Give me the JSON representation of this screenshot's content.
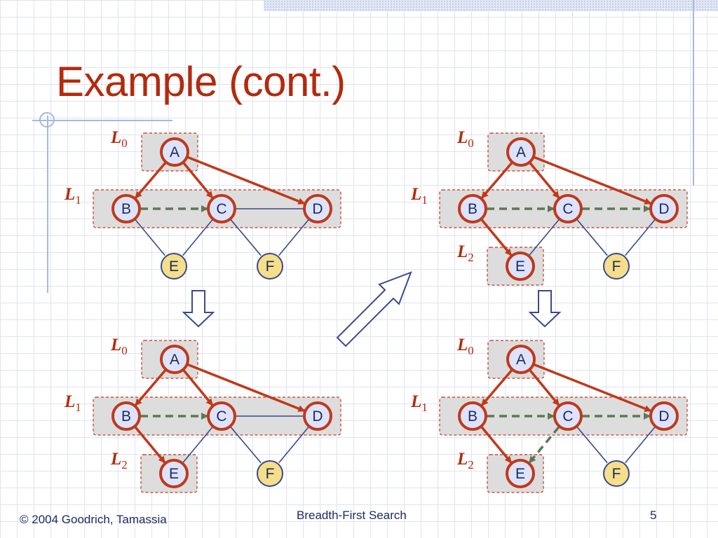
{
  "slide": {
    "title": "Example (cont.)",
    "footer_left": "© 2004 Goodrich, Tamassia",
    "footer_center": "Breadth-First Search",
    "page_number": "5"
  },
  "colors": {
    "title": "#b32a0e",
    "discovery_edge": "#c0391b",
    "cross_edge": "#5b7a55",
    "unexplored_edge": "#3b4a8c",
    "visited_node_fill": "#dde3fb",
    "unvisited_node_fill": "#f6df8a",
    "level_box": "#dddddd"
  },
  "icons": {
    "arrow_down": "hollow-arrow-down-icon",
    "arrow_up_right": "hollow-arrow-up-right-icon"
  },
  "panels": [
    {
      "name": "top-left",
      "levels": [
        {
          "label": "L",
          "sub": "0",
          "nodes": [
            "A"
          ]
        },
        {
          "label": "L",
          "sub": "1",
          "nodes": [
            "B",
            "C",
            "D"
          ]
        }
      ],
      "nodes": [
        {
          "id": "A",
          "visited": true
        },
        {
          "id": "B",
          "visited": true
        },
        {
          "id": "C",
          "visited": true
        },
        {
          "id": "D",
          "visited": true
        },
        {
          "id": "E",
          "visited": false
        },
        {
          "id": "F",
          "visited": false
        }
      ],
      "edges": [
        {
          "from": "A",
          "to": "B",
          "kind": "discovery"
        },
        {
          "from": "A",
          "to": "C",
          "kind": "discovery"
        },
        {
          "from": "A",
          "to": "D",
          "kind": "discovery"
        },
        {
          "from": "B",
          "to": "C",
          "kind": "cross"
        },
        {
          "from": "C",
          "to": "D",
          "kind": "unexplored"
        },
        {
          "from": "B",
          "to": "E",
          "kind": "unexplored"
        },
        {
          "from": "C",
          "to": "E",
          "kind": "unexplored"
        },
        {
          "from": "C",
          "to": "F",
          "kind": "unexplored"
        },
        {
          "from": "D",
          "to": "F",
          "kind": "unexplored"
        }
      ]
    },
    {
      "name": "bottom-left",
      "levels": [
        {
          "label": "L",
          "sub": "0",
          "nodes": [
            "A"
          ]
        },
        {
          "label": "L",
          "sub": "1",
          "nodes": [
            "B",
            "C",
            "D"
          ]
        },
        {
          "label": "L",
          "sub": "2",
          "nodes": [
            "E"
          ]
        }
      ],
      "nodes": [
        {
          "id": "A",
          "visited": true
        },
        {
          "id": "B",
          "visited": true
        },
        {
          "id": "C",
          "visited": true
        },
        {
          "id": "D",
          "visited": true
        },
        {
          "id": "E",
          "visited": true
        },
        {
          "id": "F",
          "visited": false
        }
      ],
      "edges": [
        {
          "from": "A",
          "to": "B",
          "kind": "discovery"
        },
        {
          "from": "A",
          "to": "C",
          "kind": "discovery"
        },
        {
          "from": "A",
          "to": "D",
          "kind": "discovery"
        },
        {
          "from": "B",
          "to": "C",
          "kind": "cross"
        },
        {
          "from": "C",
          "to": "D",
          "kind": "unexplored"
        },
        {
          "from": "B",
          "to": "E",
          "kind": "discovery"
        },
        {
          "from": "C",
          "to": "E",
          "kind": "unexplored"
        },
        {
          "from": "C",
          "to": "F",
          "kind": "unexplored"
        },
        {
          "from": "D",
          "to": "F",
          "kind": "unexplored"
        }
      ]
    },
    {
      "name": "top-right",
      "levels": [
        {
          "label": "L",
          "sub": "0",
          "nodes": [
            "A"
          ]
        },
        {
          "label": "L",
          "sub": "1",
          "nodes": [
            "B",
            "C",
            "D"
          ]
        },
        {
          "label": "L",
          "sub": "2",
          "nodes": [
            "E"
          ]
        }
      ],
      "nodes": [
        {
          "id": "A",
          "visited": true
        },
        {
          "id": "B",
          "visited": true
        },
        {
          "id": "C",
          "visited": true
        },
        {
          "id": "D",
          "visited": true
        },
        {
          "id": "E",
          "visited": true
        },
        {
          "id": "F",
          "visited": false
        }
      ],
      "edges": [
        {
          "from": "A",
          "to": "B",
          "kind": "discovery"
        },
        {
          "from": "A",
          "to": "C",
          "kind": "discovery"
        },
        {
          "from": "A",
          "to": "D",
          "kind": "discovery"
        },
        {
          "from": "B",
          "to": "C",
          "kind": "cross"
        },
        {
          "from": "C",
          "to": "D",
          "kind": "cross"
        },
        {
          "from": "B",
          "to": "E",
          "kind": "discovery"
        },
        {
          "from": "C",
          "to": "E",
          "kind": "unexplored"
        },
        {
          "from": "C",
          "to": "F",
          "kind": "unexplored"
        },
        {
          "from": "D",
          "to": "F",
          "kind": "unexplored"
        }
      ]
    },
    {
      "name": "bottom-right",
      "levels": [
        {
          "label": "L",
          "sub": "0",
          "nodes": [
            "A"
          ]
        },
        {
          "label": "L",
          "sub": "1",
          "nodes": [
            "B",
            "C",
            "D"
          ]
        },
        {
          "label": "L",
          "sub": "2",
          "nodes": [
            "E"
          ]
        }
      ],
      "nodes": [
        {
          "id": "A",
          "visited": true
        },
        {
          "id": "B",
          "visited": true
        },
        {
          "id": "C",
          "visited": true
        },
        {
          "id": "D",
          "visited": true
        },
        {
          "id": "E",
          "visited": true
        },
        {
          "id": "F",
          "visited": false
        }
      ],
      "edges": [
        {
          "from": "A",
          "to": "B",
          "kind": "discovery"
        },
        {
          "from": "A",
          "to": "C",
          "kind": "discovery"
        },
        {
          "from": "A",
          "to": "D",
          "kind": "discovery"
        },
        {
          "from": "B",
          "to": "C",
          "kind": "cross"
        },
        {
          "from": "C",
          "to": "D",
          "kind": "cross"
        },
        {
          "from": "B",
          "to": "E",
          "kind": "discovery"
        },
        {
          "from": "C",
          "to": "E",
          "kind": "cross"
        },
        {
          "from": "C",
          "to": "F",
          "kind": "unexplored"
        },
        {
          "from": "D",
          "to": "F",
          "kind": "unexplored"
        }
      ]
    }
  ]
}
